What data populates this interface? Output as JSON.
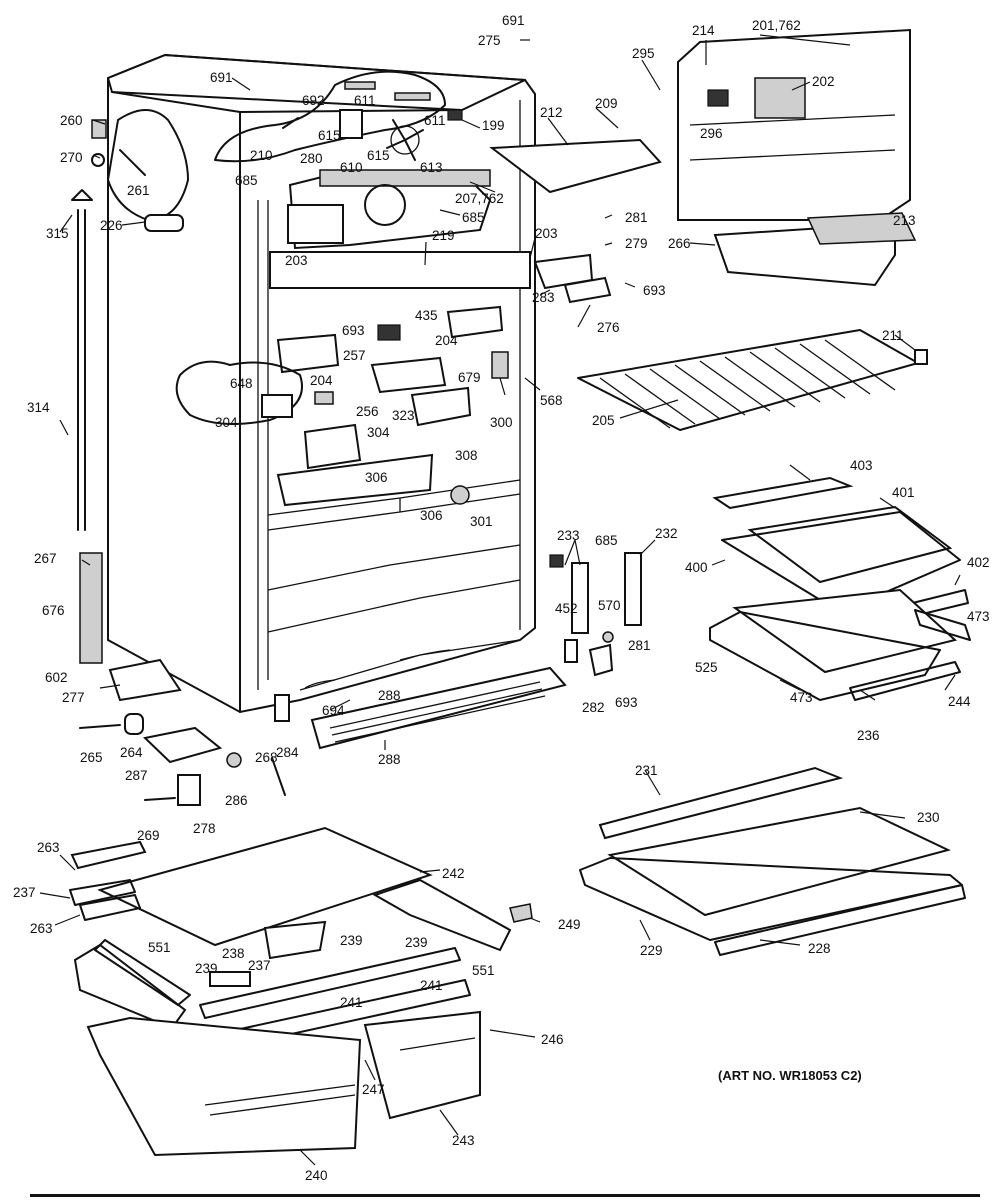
{
  "art_number": "(ART NO. WR18053 C2)",
  "callouts": {
    "c691a": "691",
    "c275": "275",
    "c295": "295",
    "c214": "214",
    "c201": "201,762",
    "c202": "202",
    "c209": "209",
    "c296": "296",
    "c212": "212",
    "c199": "199",
    "c691b": "691",
    "c692": "692",
    "c611a": "611",
    "c611b": "611",
    "c615a": "615",
    "c615b": "615",
    "c610": "610",
    "c613": "613",
    "c260": "260",
    "c270": "270",
    "c261": "261",
    "c210": "210",
    "c280": "280",
    "c685a": "685",
    "c207": "207,762",
    "c685b": "685",
    "c315": "315",
    "c226": "226",
    "c203a": "203",
    "c203b": "203",
    "c219": "219",
    "c281a": "281",
    "c279": "279",
    "c266": "266",
    "c213": "213",
    "c693a": "693",
    "c283": "283",
    "c276": "276",
    "c693b": "693",
    "c435": "435",
    "c204a": "204",
    "c204b": "204",
    "c257": "257",
    "c679": "679",
    "c300": "300",
    "c568": "568",
    "c211": "211",
    "c205": "205",
    "c648": "648",
    "c256": "256",
    "c323": "323",
    "c308": "308",
    "c304a": "304",
    "c304b": "304",
    "c314": "314",
    "c306a": "306",
    "c306b": "306",
    "c301": "301",
    "c403": "403",
    "c401": "401",
    "c400": "400",
    "c402": "402",
    "c473a": "473",
    "c473b": "473",
    "c233": "233",
    "c685c": "685",
    "c232": "232",
    "c570": "570",
    "c267": "267",
    "c676": "676",
    "c452": "452",
    "c281b": "281",
    "c525": "525",
    "c244": "244",
    "c236": "236",
    "c282": "282",
    "c693c": "693",
    "c602": "602",
    "c277": "277",
    "c288a": "288",
    "c288b": "288",
    "c694": "694",
    "c284": "284",
    "c265": "265",
    "c264": "264",
    "c287": "287",
    "c268": "268",
    "c286": "286",
    "c269": "269",
    "c278": "278",
    "c231": "231",
    "c230": "230",
    "c263a": "263",
    "c263b": "263",
    "c242": "242",
    "c237a": "237",
    "c237b": "237",
    "c249": "249",
    "c551a": "551",
    "c551b": "551",
    "c239a": "239",
    "c239b": "239",
    "c239c": "239",
    "c238": "238",
    "c229": "229",
    "c228": "228",
    "c241a": "241",
    "c241b": "241",
    "c246": "246",
    "c247": "247",
    "c243": "243",
    "c240": "240"
  }
}
